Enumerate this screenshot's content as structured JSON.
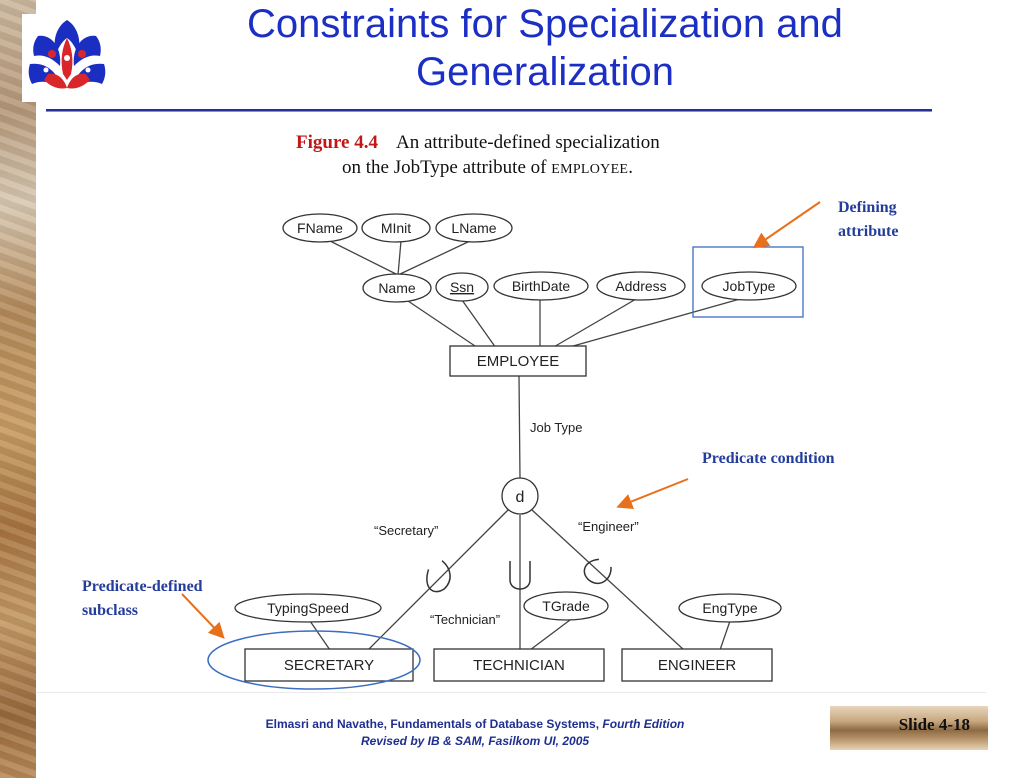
{
  "slide_title": [
    "Constraints for Specialization and",
    "Generalization"
  ],
  "figure_caption": {
    "label": "Figure 4.4",
    "line1": "An attribute-defined specialization",
    "line2_prefix": "on the JobType attribute of",
    "line2_entity": "EMPLOYEE",
    "line2_suffix": "."
  },
  "diagram": {
    "top_attributes": [
      "FName",
      "MInit",
      "LName"
    ],
    "attributes": [
      "Name",
      "Ssn",
      "BirthDate",
      "Address",
      "JobType"
    ],
    "superclass": "EMPLOYEE",
    "specialization_label": "Job Type",
    "disjointness": "d",
    "predicates": [
      "“Secretary”",
      "“Technician”",
      "“Engineer”"
    ],
    "subclasses": [
      "SECRETARY",
      "TECHNICIAN",
      "ENGINEER"
    ],
    "subclass_attributes": [
      "TypingSpeed",
      "TGrade",
      "EngType"
    ]
  },
  "annotations": {
    "defining_attribute": [
      "Defining",
      "attribute"
    ],
    "predicate_condition": "Predicate condition",
    "predicate_defined_subclass": [
      "Predicate-defined",
      "subclass"
    ]
  },
  "footer": {
    "line1_normal": "Elmasri and Navathe, Fundamentals of Database Systems, ",
    "line1_italic": "Fourth Edition",
    "line2": "Revised by IB & SAM, Fasilkom UI, 2005"
  },
  "slide_number": "Slide 4-18",
  "colors": {
    "title": "#1c2fc4",
    "annotation": "#243c9a",
    "arrow": "#e8701a",
    "highlight_box": "#3b6ec0",
    "figure_label": "#c01818"
  },
  "logo": "university-logo"
}
